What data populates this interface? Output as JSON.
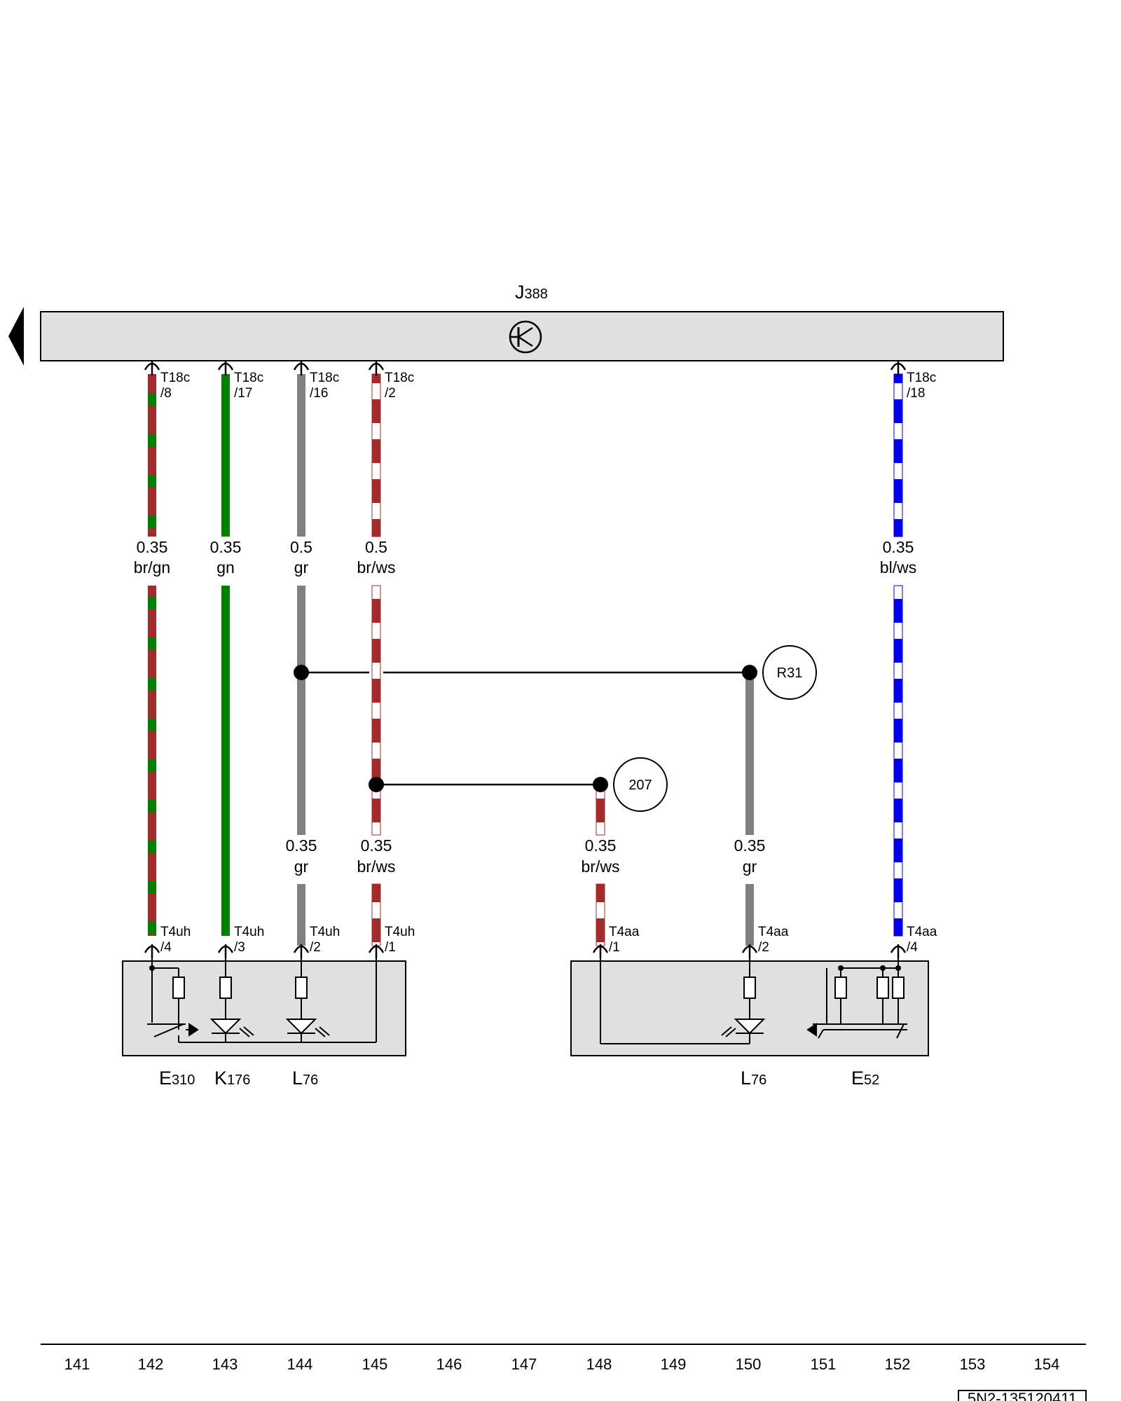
{
  "header": {
    "control_unit": "J",
    "control_unit_sub": "388",
    "nav_icon": "triangle-left-icon",
    "unit_symbol": "transistor-icon"
  },
  "top_pins": [
    {
      "connector": "T18c",
      "pin": "/8"
    },
    {
      "connector": "T18c",
      "pin": "/17"
    },
    {
      "connector": "T18c",
      "pin": "/16"
    },
    {
      "connector": "T18c",
      "pin": "/2"
    },
    {
      "connector": "T18c",
      "pin": "/18"
    }
  ],
  "top_wires": [
    {
      "size": "0.35",
      "color": "br/gn"
    },
    {
      "size": "0.35",
      "color": "gn"
    },
    {
      "size": "0.5",
      "color": "gr"
    },
    {
      "size": "0.5",
      "color": "br/ws"
    },
    {
      "size": "0.35",
      "color": "bl/ws"
    }
  ],
  "bottom_wires": [
    {
      "size": "0.35",
      "color": "gr"
    },
    {
      "size": "0.35",
      "color": "br/ws"
    },
    {
      "size": "0.35",
      "color": "br/ws"
    },
    {
      "size": "0.35",
      "color": "gr"
    }
  ],
  "bottom_pins": [
    {
      "connector": "T4uh",
      "pin": "/4"
    },
    {
      "connector": "T4uh",
      "pin": "/3"
    },
    {
      "connector": "T4uh",
      "pin": "/2"
    },
    {
      "connector": "T4uh",
      "pin": "/1"
    },
    {
      "connector": "T4aa",
      "pin": "/1"
    },
    {
      "connector": "T4aa",
      "pin": "/2"
    },
    {
      "connector": "T4aa",
      "pin": "/4"
    }
  ],
  "junctions": [
    {
      "label": "R31"
    },
    {
      "label": "207"
    }
  ],
  "components": [
    {
      "letter": "E",
      "num": "310"
    },
    {
      "letter": "K",
      "num": "176"
    },
    {
      "letter": "L",
      "num": "76"
    },
    {
      "letter": "L",
      "num": "76"
    },
    {
      "letter": "E",
      "num": "52"
    }
  ],
  "wire_colors": {
    "br": "#a52a2a",
    "gn": "#008000",
    "gr": "#808080",
    "ws": "#ffffff",
    "bl": "#0000ee"
  },
  "scale": [
    "141",
    "142",
    "143",
    "144",
    "145",
    "146",
    "147",
    "148",
    "149",
    "150",
    "151",
    "152",
    "153",
    "154"
  ],
  "doc_id": "5N2-135120411"
}
